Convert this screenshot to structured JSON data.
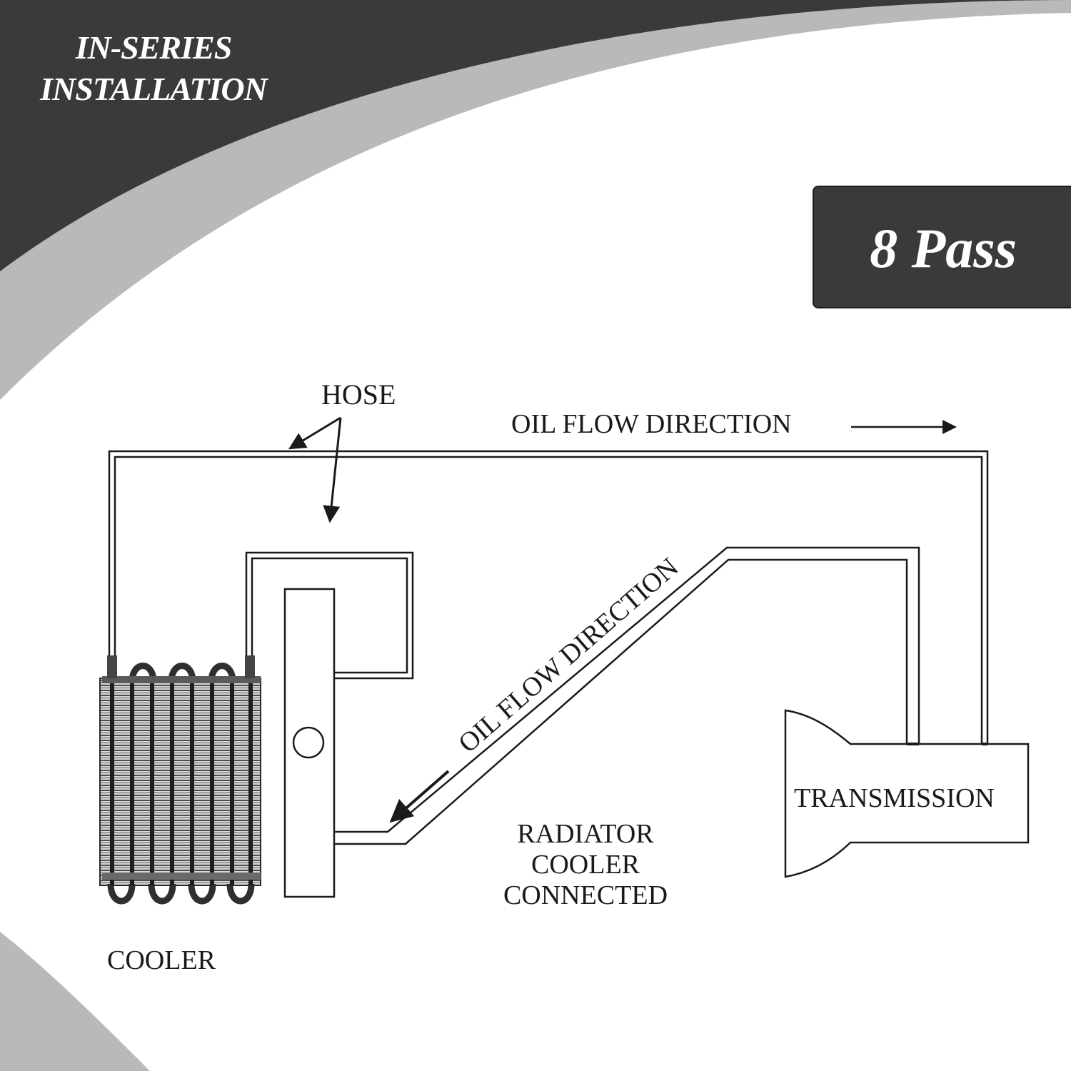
{
  "header": {
    "title_line1": "IN-SERIES",
    "title_line2": "INSTALLATION"
  },
  "badge": {
    "label": "8 Pass"
  },
  "diagram": {
    "hose_label": "HOSE",
    "oil_flow_top": "OIL FLOW DIRECTION",
    "oil_flow_diagonal": "OIL FLOW DIRECTION",
    "transmission_label": "TRANSMISSION",
    "radiator_label_line1": "RADIATOR",
    "radiator_label_line2": "COOLER",
    "radiator_label_line3": "CONNECTED",
    "cooler_label": "COOLER"
  },
  "colors": {
    "dark_band": "#3a3a3c",
    "light_band": "#b9b9bb",
    "line": "#1a1a1a",
    "background": "#ffffff"
  }
}
